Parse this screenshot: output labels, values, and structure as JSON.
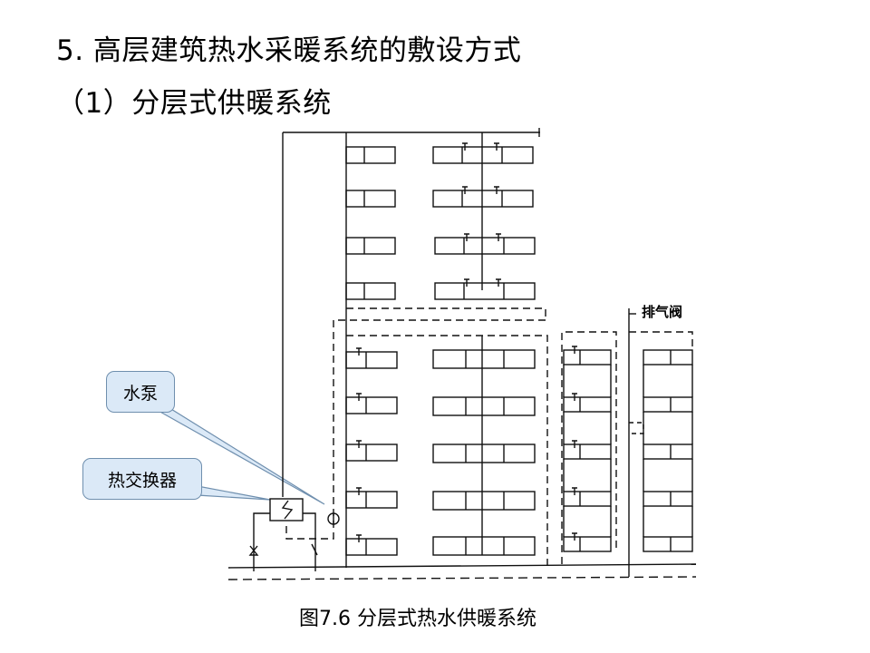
{
  "slide": {
    "title": "5. 高层建筑热水采暖系统的敷设方式",
    "subtitle": "（1）分层式供暖系统"
  },
  "diagram": {
    "labels": {
      "pump": "水泵",
      "heat_exchanger": "热交换器",
      "air_vent": "排气阀"
    },
    "caption": "图7.6  分层式热水供暖系统"
  }
}
